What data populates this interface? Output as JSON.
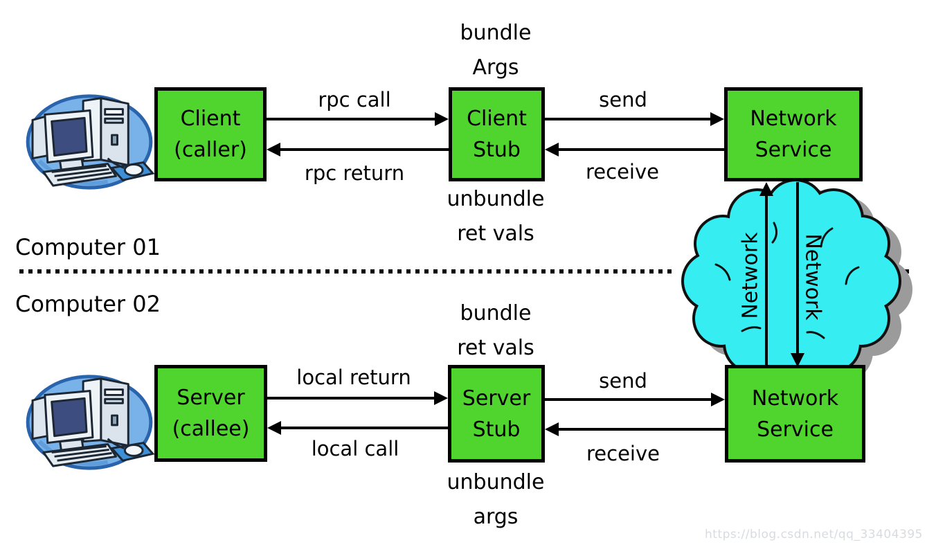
{
  "colors": {
    "box_green": "#50d42e",
    "cloud_cyan": "#36eef2",
    "cloud_shadow": "#9b9b9b",
    "watermark_gray": "#d8dbdf",
    "pc_blue": "#79b2e8"
  },
  "divider": {
    "computer01": "Computer 01",
    "computer02": "Computer 02"
  },
  "top": {
    "client_box": {
      "line1": "Client",
      "line2": "(caller)"
    },
    "stub_box": {
      "line1": "Client",
      "line2": "Stub"
    },
    "network_box": {
      "line1": "Network",
      "line2": "Service"
    },
    "stub_note_above": {
      "line1": "bundle",
      "line2": "Args"
    },
    "stub_note_below": {
      "line1": "unbundle",
      "line2": "ret vals"
    },
    "arrow_call": "rpc call",
    "arrow_return": "rpc return",
    "arrow_send": "send",
    "arrow_receive": "receive"
  },
  "bottom": {
    "server_box": {
      "line1": "Server",
      "line2": "(callee)"
    },
    "stub_box": {
      "line1": "Server",
      "line2": "Stub"
    },
    "network_box": {
      "line1": "Network",
      "line2": "Service"
    },
    "stub_note_above": {
      "line1": "bundle",
      "line2": "ret vals"
    },
    "stub_note_below": {
      "line1": "unbundle",
      "line2": "args"
    },
    "arrow_call": "local return",
    "arrow_return": "local call",
    "arrow_send": "send",
    "arrow_receive": "receive"
  },
  "cloud": {
    "label_left": "Network",
    "label_right": "Network"
  },
  "watermark": "https://blog.csdn.net/qq_33404395"
}
